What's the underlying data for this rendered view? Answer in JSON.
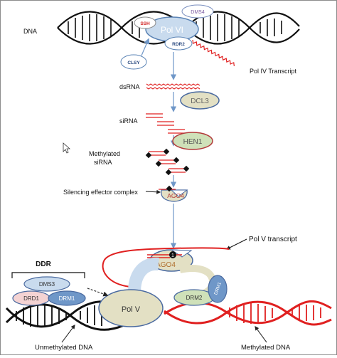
{
  "labels": {
    "dna": "DNA",
    "pol_iv": "Pol VI",
    "ssh": "SSH",
    "dms4": "DMS4",
    "rdr2": "RDR2",
    "clsy": "CLSY",
    "pol_iv_transcript": "Pol  IV Transcript",
    "dsrna": "dsRNA",
    "dcl3": "DCL3",
    "sirna": "siRNA",
    "hen1": "HEN1",
    "methylated_sirna_line1": "Methylated",
    "methylated_sirna_line2": "siRNA",
    "silencing_effector_complex": "Silencing effector complex",
    "ago4": "AGO4",
    "pol_v_transcript": "Pol V transcript",
    "ddr": "DDR",
    "dms3": "DMS3",
    "drd1": "DRD1",
    "drm1": "DRM1",
    "pol_v": "Pol V",
    "drm2": "DRM2",
    "unmethylated_dna": "Unmethylated DNA",
    "methylated_dna": "Methylated DNA"
  },
  "colors": {
    "blue_oval": "#c9dbee",
    "blue_oval_stroke": "#5a83b5",
    "green_oval": "#cfe1b9",
    "green_oval_stroke": "#b23a3a",
    "tan_oval": "#e3e0c4",
    "tan_oval_stroke": "#4a6aa0",
    "red": "#e02020",
    "red_text": "#d02020",
    "dark_red_text": "#b03030",
    "arrow": "#6f97c8",
    "pink_oval": "#f4d3d3",
    "purple_text": "#7a58a0"
  }
}
